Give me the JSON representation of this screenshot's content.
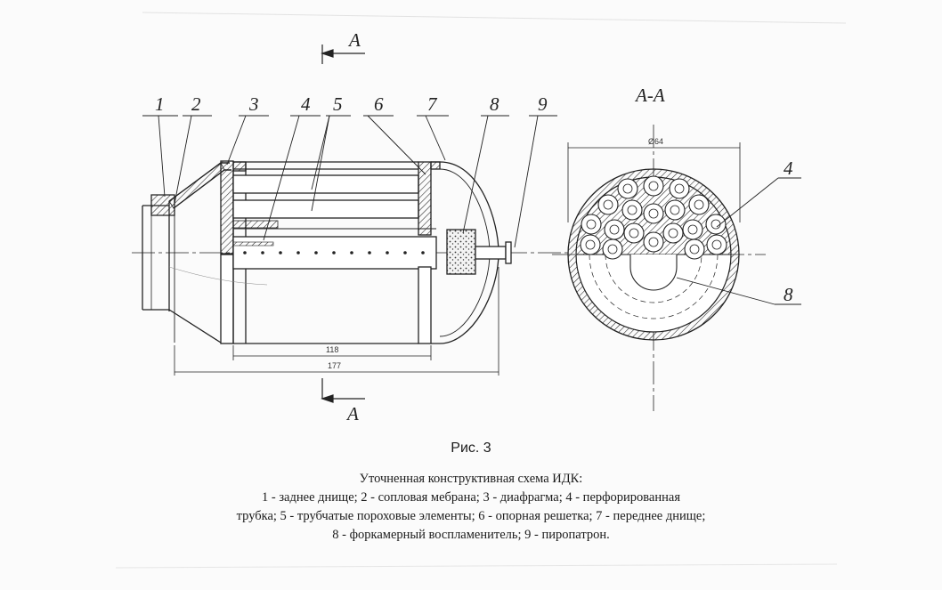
{
  "labels": {
    "part_numbers": [
      "1",
      "2",
      "3",
      "4",
      "5",
      "6",
      "7",
      "8",
      "9"
    ],
    "section_marker": "A",
    "section_title": "A-A",
    "section_labels": [
      "4",
      "8"
    ]
  },
  "dimensions": {
    "inner_length": "118",
    "total_length": "177",
    "diameter": "Ø64"
  },
  "caption": {
    "figure": "Рис. 3",
    "title": "Уточненная конструктивная схема ИДК:",
    "line1": "1 - заднее днище; 2 - сопловая мебрана; 3 - диафрагма; 4 - перфорированная",
    "line2": "трубка; 5 - трубчатые пороховые элементы; 6 - опорная решетка; 7 - переднее днище;",
    "line3": "8 - форкамерный воспламенитель; 9 - пиропатрон."
  },
  "colors": {
    "ink": "#222222",
    "paper": "#fbfbfb"
  }
}
